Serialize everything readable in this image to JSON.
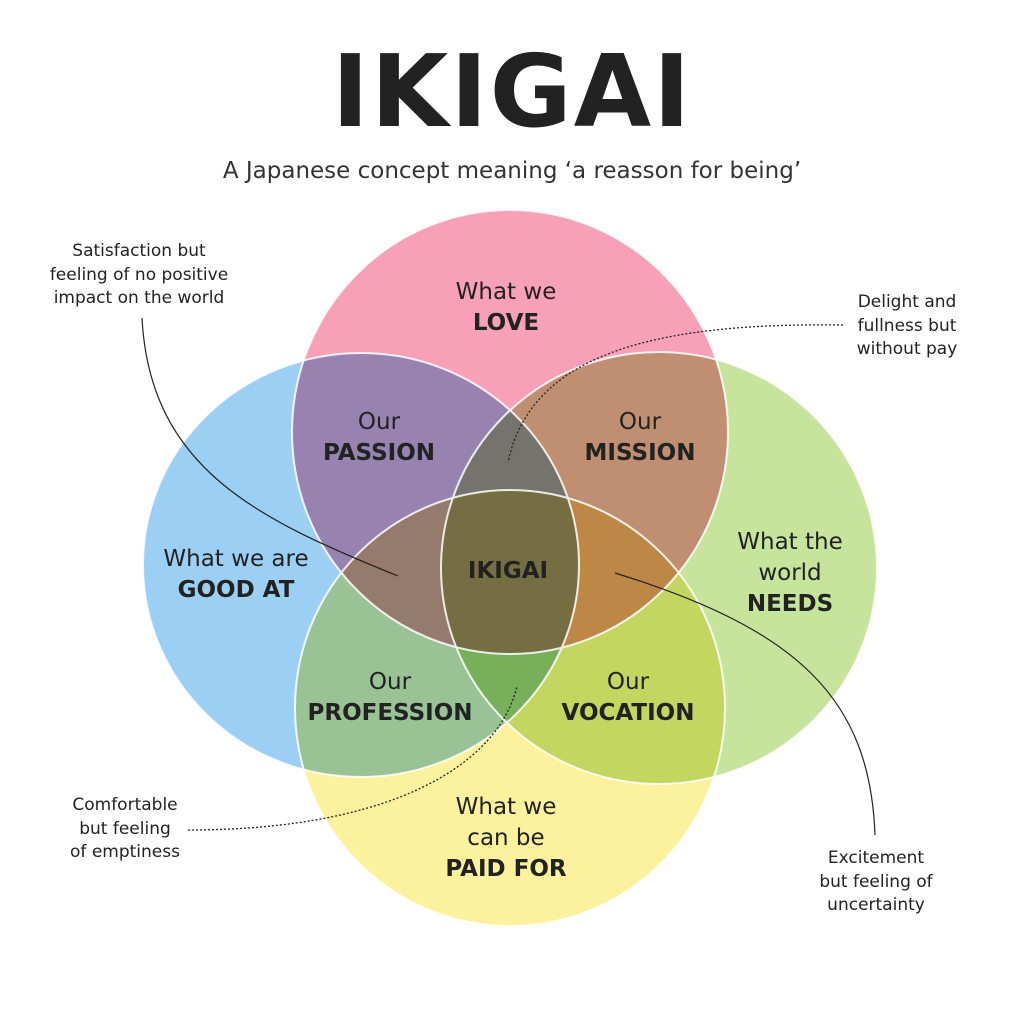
{
  "header": {
    "title": "IKIGAI",
    "subtitle": "A Japanese concept meaning ‘a reasson for being’"
  },
  "circles": {
    "love": {
      "line1": "What we",
      "line2": "LOVE",
      "color": "#f7a0b8"
    },
    "good_at": {
      "line1": "What we are",
      "line2": "GOOD AT",
      "color": "#9ccff4"
    },
    "world_needs": {
      "line1": "What the",
      "line1b": "world",
      "line2": "NEEDS",
      "color": "#c6e49c"
    },
    "paid_for": {
      "line1": "What we",
      "line1b": "can be",
      "line2": "PAID FOR",
      "color": "#fcf19c"
    }
  },
  "overlaps": {
    "passion": {
      "line1": "Our",
      "line2": "PASSION"
    },
    "mission": {
      "line1": "Our",
      "line2": "MISSION"
    },
    "profession": {
      "line1": "Our",
      "line2": "PROFESSION"
    },
    "vocation": {
      "line1": "Our",
      "line2": "VOCATION"
    },
    "center": "IKIGAI"
  },
  "notes": {
    "passion_note": [
      "Satisfaction but",
      "feeling of no positive",
      "impact on the world"
    ],
    "mission_note": [
      "Delight and",
      "fullness but",
      "without pay"
    ],
    "profession_note": [
      "Comfortable",
      "but feeling",
      "of emptiness"
    ],
    "vocation_note": [
      "Excitement",
      "but feeling of",
      "uncertainty"
    ]
  }
}
